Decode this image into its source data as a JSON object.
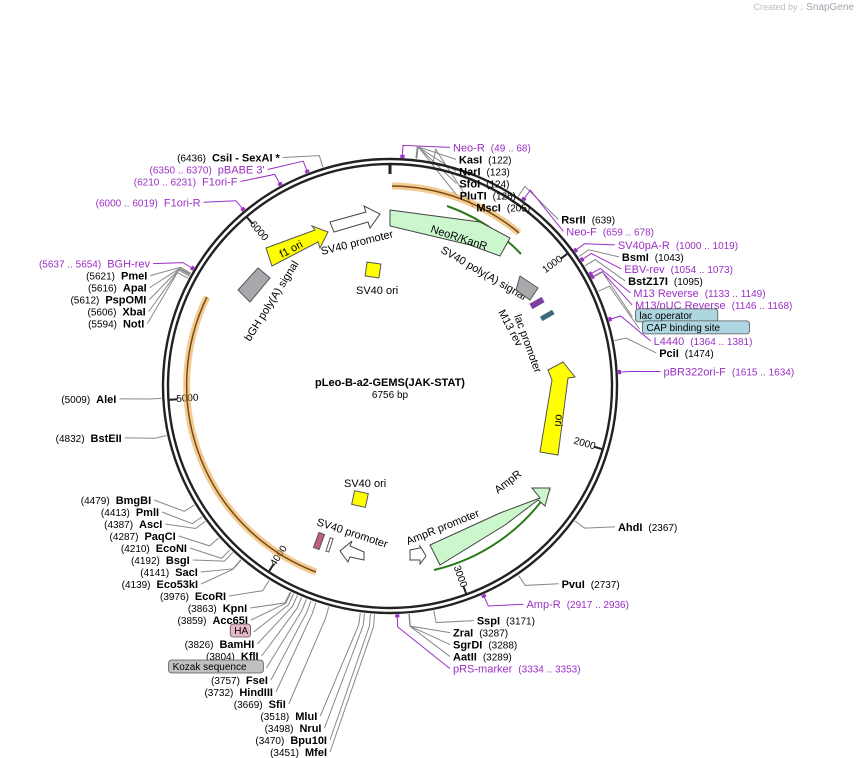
{
  "credit": {
    "created_by": "Created by",
    "brand": "SnapGene"
  },
  "plasmid": {
    "name": "pLeo-B-a2-GEMS(JAK-STAT)",
    "size": "6756 bp",
    "length": 6756
  },
  "ticks": [
    {
      "pos": 1000,
      "label": "1000"
    },
    {
      "pos": 2000,
      "label": "2000"
    },
    {
      "pos": 3000,
      "label": "3000"
    },
    {
      "pos": 4000,
      "label": "4000"
    },
    {
      "pos": 5000,
      "label": "5000"
    },
    {
      "pos": 6000,
      "label": "6000"
    }
  ],
  "labels": [
    {
      "pos": 58,
      "side": "R",
      "kind": "primer",
      "name": "Neo-R",
      "coord": "(49 .. 68)"
    },
    {
      "pos": 122,
      "side": "R",
      "kind": "site",
      "name": "KasI",
      "coord": "(122)"
    },
    {
      "pos": 123,
      "side": "R",
      "kind": "site",
      "name": "NarI",
      "coord": "(123)"
    },
    {
      "pos": 124,
      "side": "R",
      "kind": "site",
      "name": "SfoI",
      "coord": "(124)"
    },
    {
      "pos": 126,
      "side": "R",
      "kind": "site",
      "name": "PluTI",
      "coord": "(126)"
    },
    {
      "pos": 205,
      "side": "R",
      "kind": "site",
      "name": "MscI",
      "coord": "(205)"
    },
    {
      "pos": 639,
      "side": "R",
      "kind": "site",
      "name": "RsrII",
      "coord": "(639)"
    },
    {
      "pos": 668,
      "side": "R",
      "kind": "primer",
      "name": "Neo-F",
      "coord": "(659 .. 678)"
    },
    {
      "pos": 1010,
      "side": "R",
      "kind": "primer",
      "name": "SV40pA-R",
      "coord": "(1000 .. 1019)"
    },
    {
      "pos": 1043,
      "side": "R",
      "kind": "site",
      "name": "BsmI",
      "coord": "(1043)"
    },
    {
      "pos": 1063,
      "side": "R",
      "kind": "primer",
      "name": "EBV-rev",
      "coord": "(1054 .. 1073)"
    },
    {
      "pos": 1095,
      "side": "R",
      "kind": "site",
      "name": "BstZ17I",
      "coord": "(1095)"
    },
    {
      "pos": 1141,
      "side": "R",
      "kind": "primer",
      "name": "M13 Reverse",
      "coord": "(1133 .. 1149)"
    },
    {
      "pos": 1160,
      "side": "R",
      "kind": "box",
      "name": "lac operator",
      "coord": ""
    },
    {
      "pos": 1157,
      "side": "R",
      "kind": "primer",
      "name": "M13/pUC Reverse",
      "coord": "(1146 .. 1168)"
    },
    {
      "pos": 1230,
      "side": "R",
      "kind": "box",
      "name": "CAP binding site",
      "coord": ""
    },
    {
      "pos": 1372,
      "side": "R",
      "kind": "primer",
      "name": "L4440",
      "coord": "(1364 .. 1381)"
    },
    {
      "pos": 1474,
      "side": "R",
      "kind": "site",
      "name": "PciI",
      "coord": "(1474)"
    },
    {
      "pos": 1624,
      "side": "R",
      "kind": "primer",
      "name": "pBR322ori-F",
      "coord": "(1615 .. 1634)"
    },
    {
      "pos": 2367,
      "side": "R",
      "kind": "site",
      "name": "AhdI",
      "coord": "(2367)"
    },
    {
      "pos": 2737,
      "side": "R",
      "kind": "site",
      "name": "PvuI",
      "coord": "(2737)"
    },
    {
      "pos": 2926,
      "side": "R",
      "kind": "primer",
      "name": "Amp-R",
      "coord": "(2917 .. 2936)"
    },
    {
      "pos": 3171,
      "side": "R",
      "kind": "site",
      "name": "SspI",
      "coord": "(3171)"
    },
    {
      "pos": 3287,
      "side": "R",
      "kind": "site",
      "name": "ZraI",
      "coord": "(3287)"
    },
    {
      "pos": 3288,
      "side": "R",
      "kind": "site",
      "name": "SgrDI",
      "coord": "(3288)"
    },
    {
      "pos": 3289,
      "side": "R",
      "kind": "site",
      "name": "AatII",
      "coord": "(3289)"
    },
    {
      "pos": 3344,
      "side": "R",
      "kind": "primer",
      "name": "pRS-marker",
      "coord": "(3334 .. 3353)"
    },
    {
      "pos": 3451,
      "side": "L",
      "kind": "site",
      "name": "MfeI",
      "coord": "(3451)"
    },
    {
      "pos": 3470,
      "side": "L",
      "kind": "site",
      "name": "Bpu10I",
      "coord": "(3470)"
    },
    {
      "pos": 3498,
      "side": "L",
      "kind": "site",
      "name": "NruI",
      "coord": "(3498)"
    },
    {
      "pos": 3518,
      "side": "L",
      "kind": "site",
      "name": "MluI",
      "coord": "(3518)"
    },
    {
      "pos": 3669,
      "side": "L",
      "kind": "site",
      "name": "SfiI",
      "coord": "(3669)"
    },
    {
      "pos": 3732,
      "side": "L",
      "kind": "site",
      "name": "HindIII",
      "coord": "(3732)"
    },
    {
      "pos": 3757,
      "side": "L",
      "kind": "site",
      "name": "FseI",
      "coord": "(3757)"
    },
    {
      "pos": 3780,
      "side": "L",
      "kind": "box",
      "name": "Kozak sequence",
      "coord": ""
    },
    {
      "pos": 3804,
      "side": "L",
      "kind": "site",
      "name": "KflI",
      "coord": "(3804)"
    },
    {
      "pos": 3826,
      "side": "L",
      "kind": "site",
      "name": "BamHI",
      "coord": "(3826)"
    },
    {
      "pos": 3845,
      "side": "L",
      "kind": "boxpink",
      "name": "HA",
      "coord": ""
    },
    {
      "pos": 3859,
      "side": "L",
      "kind": "site",
      "name": "Acc65I",
      "coord": "(3859)"
    },
    {
      "pos": 3863,
      "side": "L",
      "kind": "site",
      "name": "KpnI",
      "coord": "(3863)"
    },
    {
      "pos": 3976,
      "side": "L",
      "kind": "site",
      "name": "EcoRI",
      "coord": "(3976)"
    },
    {
      "pos": 4139,
      "side": "L",
      "kind": "site",
      "name": "Eco53kI",
      "coord": "(4139)"
    },
    {
      "pos": 4141,
      "side": "L",
      "kind": "site",
      "name": "SacI",
      "coord": "(4141)"
    },
    {
      "pos": 4192,
      "side": "L",
      "kind": "site",
      "name": "BsgI",
      "coord": "(4192)"
    },
    {
      "pos": 4210,
      "side": "L",
      "kind": "site",
      "name": "EcoNI",
      "coord": "(4210)"
    },
    {
      "pos": 4287,
      "side": "L",
      "kind": "site",
      "name": "PaqCI",
      "coord": "(4287)"
    },
    {
      "pos": 4387,
      "side": "L",
      "kind": "site",
      "name": "AscI",
      "coord": "(4387)"
    },
    {
      "pos": 4413,
      "side": "L",
      "kind": "site",
      "name": "PmlI",
      "coord": "(4413)"
    },
    {
      "pos": 4479,
      "side": "L",
      "kind": "site",
      "name": "BmgBI",
      "coord": "(4479)"
    },
    {
      "pos": 4832,
      "side": "L",
      "kind": "site",
      "name": "BstEII",
      "coord": "(4832)"
    },
    {
      "pos": 5009,
      "side": "L",
      "kind": "site",
      "name": "AleI",
      "coord": "(5009)"
    },
    {
      "pos": 5594,
      "side": "L",
      "kind": "site",
      "name": "NotI",
      "coord": "(5594)"
    },
    {
      "pos": 5606,
      "side": "L",
      "kind": "site",
      "name": "XbaI",
      "coord": "(5606)"
    },
    {
      "pos": 5612,
      "side": "L",
      "kind": "site",
      "name": "PspOMI",
      "coord": "(5612)"
    },
    {
      "pos": 5616,
      "side": "L",
      "kind": "site",
      "name": "ApaI",
      "coord": "(5616)"
    },
    {
      "pos": 5621,
      "side": "L",
      "kind": "site",
      "name": "PmeI",
      "coord": "(5621)"
    },
    {
      "pos": 5645,
      "side": "L",
      "kind": "primer",
      "name": "BGH-rev",
      "coord": "(5637 .. 5654)"
    },
    {
      "pos": 6010,
      "side": "L",
      "kind": "primer",
      "name": "F1ori-R",
      "coord": "(6000 .. 6019)"
    },
    {
      "pos": 6220,
      "side": "L",
      "kind": "primer",
      "name": "F1ori-F",
      "coord": "(6210 .. 6231)"
    },
    {
      "pos": 6360,
      "side": "L",
      "kind": "primer",
      "name": "pBABE 3'",
      "coord": "(6350 .. 6370)"
    },
    {
      "pos": 6436,
      "side": "L",
      "kind": "site",
      "name": "CsiI  - SexAI *",
      "coord": "(6436)"
    }
  ],
  "features": [
    {
      "name": "NeoR/KanR",
      "type": "cds"
    },
    {
      "name": "SV40 poly(A) signal",
      "type": "polyA"
    },
    {
      "name": "M13 rev",
      "type": "primer"
    },
    {
      "name": "lac promoter",
      "type": "promoter"
    },
    {
      "name": "ori",
      "type": "ori"
    },
    {
      "name": "AmpR",
      "type": "cds"
    },
    {
      "name": "AmpR promoter",
      "type": "promoter"
    },
    {
      "name": "SV40 ori",
      "type": "ori"
    },
    {
      "name": "SV40 promoter",
      "type": "promoter"
    },
    {
      "name": "SV40 ori",
      "type": "ori"
    },
    {
      "name": "SV40 promoter",
      "type": "promoter"
    },
    {
      "name": "f1 ori",
      "type": "ori"
    },
    {
      "name": "bGH poly(A) signal",
      "type": "polyA"
    }
  ],
  "colors": {
    "primer": "#9a2fc4",
    "backbone": "#222222",
    "cds": "#ccf7cc",
    "ori": "#ffff00",
    "promoter": "#ffffff",
    "polyA": "#a7a9ac",
    "orange": "#e8a33d",
    "lacop": "#aed6e0",
    "ha": "#e6b8c4",
    "kozak": "#c0c0c0"
  }
}
